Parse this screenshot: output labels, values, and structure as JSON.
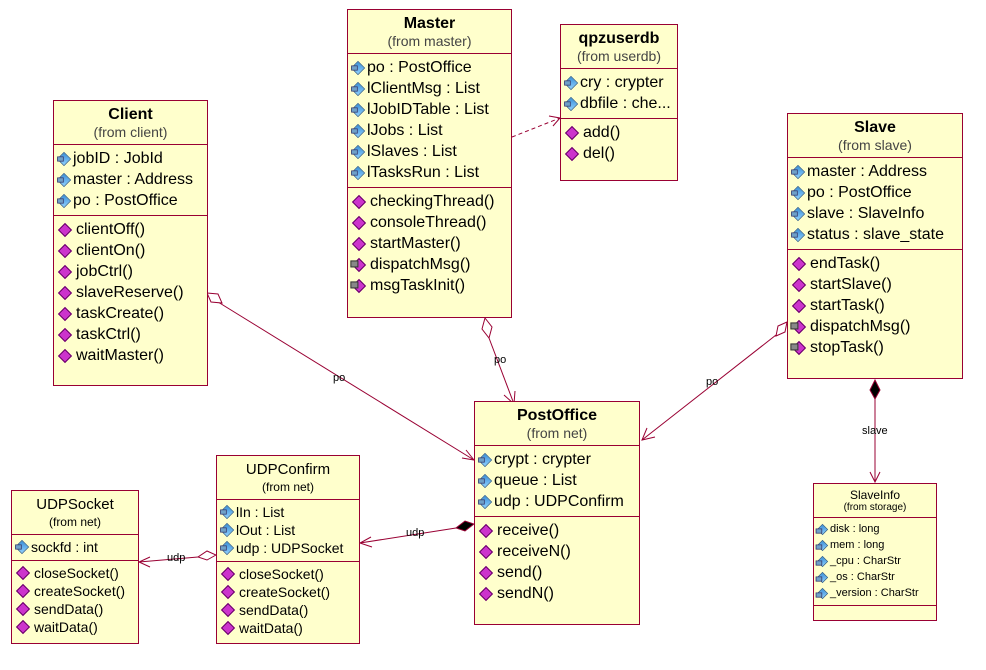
{
  "classes": {
    "client": {
      "name": "Client",
      "package": "(from client)",
      "attributes": [
        "jobID : JobId",
        "master : Address",
        "po : PostOffice"
      ],
      "operations": [
        "clientOff()",
        "clientOn()",
        "jobCtrl()",
        "slaveReserve()",
        "taskCreate()",
        "taskCtrl()",
        "waitMaster()"
      ]
    },
    "master": {
      "name": "Master",
      "package": "(from master)",
      "attributes": [
        "po : PostOffice",
        "lClientMsg : List",
        "lJobIDTable : List",
        "lJobs : List",
        "lSlaves : List",
        "lTasksRun : List"
      ],
      "operations": [
        "checkingThread()",
        "consoleThread()",
        "startMaster()",
        "dispatchMsg()",
        "msgTaskInit()"
      ]
    },
    "qpzuserdb": {
      "name": "qpzuserdb",
      "package": "(from userdb)",
      "attributes": [
        "cry : crypter",
        "dbfile : che..."
      ],
      "operations": [
        "add()",
        "del()"
      ]
    },
    "slave": {
      "name": "Slave",
      "package": "(from slave)",
      "attributes": [
        "master : Address",
        "po : PostOffice",
        "slave : SlaveInfo",
        "status : slave_state"
      ],
      "operations": [
        "endTask()",
        "startSlave()",
        "startTask()",
        "dispatchMsg()",
        "stopTask()"
      ]
    },
    "postoffice": {
      "name": "PostOffice",
      "package": "(from net)",
      "attributes": [
        "crypt : crypter",
        "queue : List",
        "udp : UDPConfirm"
      ],
      "operations": [
        "receive()",
        "receiveN()",
        "send()",
        "sendN()"
      ]
    },
    "udpconfirm": {
      "name": "UDPConfirm",
      "package": "(from net)",
      "attributes": [
        "lIn : List",
        "lOut : List",
        "udp : UDPSocket"
      ],
      "operations": [
        "closeSocket()",
        "createSocket()",
        "sendData()",
        "waitData()"
      ]
    },
    "udpsocket": {
      "name": "UDPSocket",
      "package": "(from net)",
      "attributes": [
        "sockfd : int"
      ],
      "operations": [
        "closeSocket()",
        "createSocket()",
        "sendData()",
        "waitData()"
      ]
    },
    "slaveinfo": {
      "name": "SlaveInfo",
      "package": "(from storage)",
      "attributes": [
        "disk : long",
        "mem : long",
        "_cpu : CharStr",
        "_os : CharStr",
        "_version : CharStr"
      ],
      "operations": []
    }
  },
  "edges": {
    "client_po": "po",
    "master_po": "po",
    "slave_po": "po",
    "slave_slaveinfo": "slave",
    "postoffice_udpconfirm": "udp",
    "udpconfirm_udpsocket": "udp"
  },
  "colors": {
    "line": "#990033",
    "fill": "#ffffcc"
  }
}
